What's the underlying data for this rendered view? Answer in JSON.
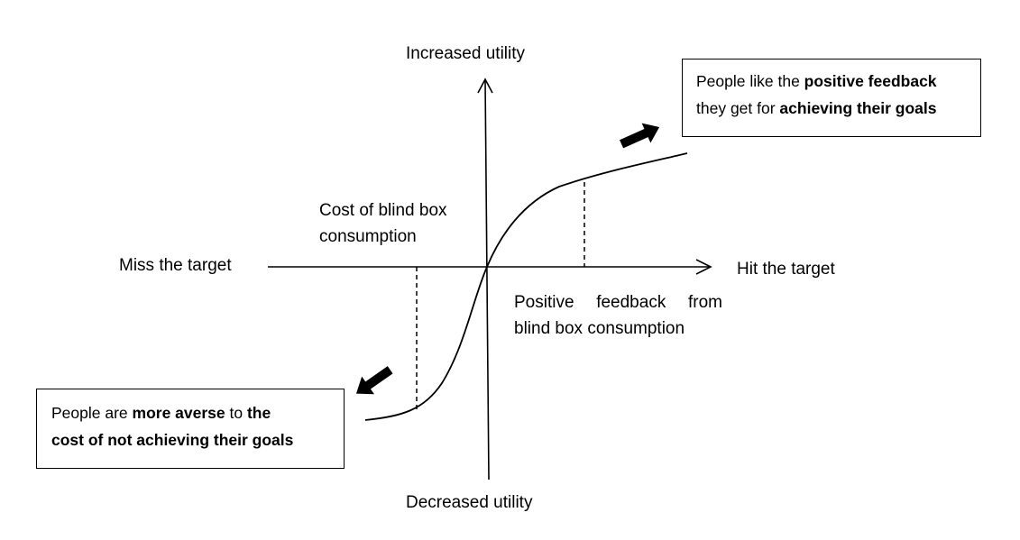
{
  "axes": {
    "y_top_label": "Increased utility",
    "y_bottom_label": "Decreased utility",
    "x_left_label": "Miss the target",
    "x_right_label": "Hit the target"
  },
  "labels": {
    "cost": "Cost of blind box consumption",
    "positive_feedback": "Positive feedback from blind box consumption"
  },
  "callouts": {
    "top_right": {
      "line1_a": "People like the ",
      "line1_b": "positive feedback",
      "line2_a": "they get for ",
      "line2_b": "achieving their goals"
    },
    "bottom_left": {
      "line1_a": "People are ",
      "line1_b": "more averse",
      "line1_c": " to ",
      "line1_d": "the",
      "line2_a": "cost of not achieving their goals"
    }
  },
  "icons": {
    "arrow_up_right": "thick-arrow-up-right-icon",
    "arrow_down_left": "thick-arrow-down-left-icon"
  },
  "colors": {
    "line": "#000000",
    "background": "#ffffff"
  }
}
